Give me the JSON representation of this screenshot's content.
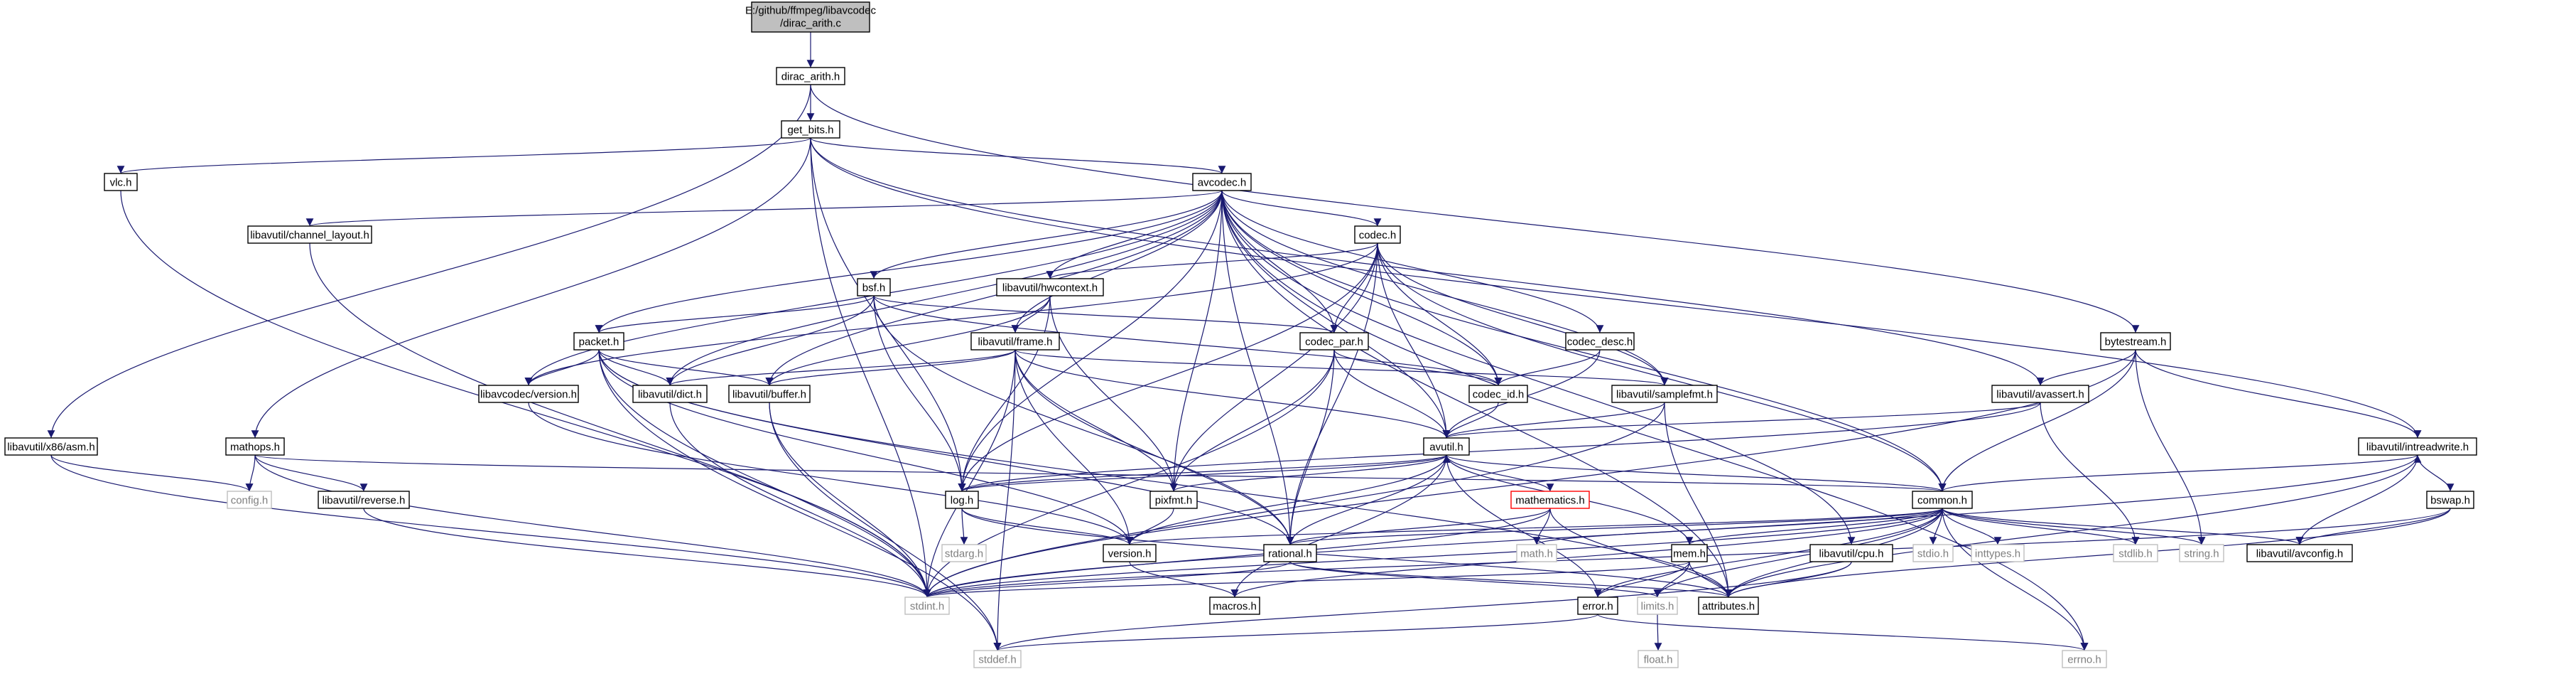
{
  "diagram": {
    "colors": {
      "root_fill": "#bfbfbf",
      "node_fill": "#ffffff",
      "node_border": "#000000",
      "missing_border": "#bfbfbf",
      "missing_text": "#7f7f7f",
      "highlight_border": "#ff0000",
      "edge": "#191970"
    },
    "nodes": {
      "root": {
        "label": "E:/github/ffmpeg/libavcodec/dirac_arith.c",
        "style": "root"
      },
      "dirac_arith_h": {
        "label": "dirac_arith.h",
        "style": "normal"
      },
      "get_bits_h": {
        "label": "get_bits.h",
        "style": "normal"
      },
      "vlc_h": {
        "label": "vlc.h",
        "style": "normal"
      },
      "avcodec_h": {
        "label": "avcodec.h",
        "style": "normal"
      },
      "channel_layout_h": {
        "label": "libavutil/channel_layout.h",
        "style": "normal"
      },
      "codec_h": {
        "label": "codec.h",
        "style": "normal"
      },
      "hwcontext_h": {
        "label": "libavutil/hwcontext.h",
        "style": "normal"
      },
      "bsf_h": {
        "label": "bsf.h",
        "style": "normal"
      },
      "packet_h": {
        "label": "packet.h",
        "style": "normal"
      },
      "frame_h": {
        "label": "libavutil/frame.h",
        "style": "normal"
      },
      "codec_par_h": {
        "label": "codec_par.h",
        "style": "normal"
      },
      "codec_desc_h": {
        "label": "codec_desc.h",
        "style": "normal"
      },
      "bytestream_h": {
        "label": "bytestream.h",
        "style": "normal"
      },
      "libavcodec_version_h": {
        "label": "libavcodec/version.h",
        "style": "normal"
      },
      "dict_h": {
        "label": "libavutil/dict.h",
        "style": "normal"
      },
      "buffer_h": {
        "label": "libavutil/buffer.h",
        "style": "normal"
      },
      "codec_id_h": {
        "label": "codec_id.h",
        "style": "normal"
      },
      "samplefmt_h": {
        "label": "libavutil/samplefmt.h",
        "style": "normal"
      },
      "avassert_h": {
        "label": "libavutil/avassert.h",
        "style": "normal"
      },
      "x86_asm_h": {
        "label": "libavutil/x86/asm.h",
        "style": "normal"
      },
      "mathops_h": {
        "label": "mathops.h",
        "style": "normal"
      },
      "avutil_h": {
        "label": "avutil.h",
        "style": "normal"
      },
      "intreadwrite_h": {
        "label": "libavutil/intreadwrite.h",
        "style": "normal"
      },
      "config_h": {
        "label": "config.h",
        "style": "missing"
      },
      "reverse_h": {
        "label": "libavutil/reverse.h",
        "style": "normal"
      },
      "log_h": {
        "label": "log.h",
        "style": "normal"
      },
      "pixfmt_h": {
        "label": "pixfmt.h",
        "style": "normal"
      },
      "mathematics_h": {
        "label": "mathematics.h",
        "style": "highlight"
      },
      "common_h": {
        "label": "common.h",
        "style": "normal"
      },
      "bswap_h": {
        "label": "bswap.h",
        "style": "normal"
      },
      "stdarg_h": {
        "label": "stdarg.h",
        "style": "missing"
      },
      "version_h": {
        "label": "version.h",
        "style": "normal"
      },
      "rational_h": {
        "label": "rational.h",
        "style": "normal"
      },
      "math_h": {
        "label": "math.h",
        "style": "missing"
      },
      "mem_h": {
        "label": "mem.h",
        "style": "normal"
      },
      "cpu_h": {
        "label": "libavutil/cpu.h",
        "style": "normal"
      },
      "stdio_h": {
        "label": "stdio.h",
        "style": "missing"
      },
      "inttypes_h": {
        "label": "inttypes.h",
        "style": "missing"
      },
      "stdlib_h": {
        "label": "stdlib.h",
        "style": "missing"
      },
      "string_h": {
        "label": "string.h",
        "style": "missing"
      },
      "avconfig_h": {
        "label": "libavutil/avconfig.h",
        "style": "normal"
      },
      "stdint_h": {
        "label": "stdint.h",
        "style": "missing"
      },
      "macros_h": {
        "label": "macros.h",
        "style": "normal"
      },
      "error_h": {
        "label": "error.h",
        "style": "normal"
      },
      "limits_h": {
        "label": "limits.h",
        "style": "missing"
      },
      "attributes_h": {
        "label": "attributes.h",
        "style": "normal"
      },
      "float_h": {
        "label": "float.h",
        "style": "missing"
      },
      "stddef_h": {
        "label": "stddef.h",
        "style": "missing"
      },
      "errno_h": {
        "label": "errno.h",
        "style": "missing"
      }
    },
    "edges": [
      [
        "root",
        "dirac_arith_h"
      ],
      [
        "dirac_arith_h",
        "get_bits_h"
      ],
      [
        "dirac_arith_h",
        "x86_asm_h"
      ],
      [
        "dirac_arith_h",
        "bytestream_h"
      ],
      [
        "get_bits_h",
        "vlc_h"
      ],
      [
        "get_bits_h",
        "avcodec_h"
      ],
      [
        "get_bits_h",
        "mathops_h"
      ],
      [
        "get_bits_h",
        "stdint_h"
      ],
      [
        "get_bits_h",
        "log_h"
      ],
      [
        "get_bits_h",
        "avassert_h"
      ],
      [
        "get_bits_h",
        "intreadwrite_h"
      ],
      [
        "vlc_h",
        "stdint_h"
      ],
      [
        "avcodec_h",
        "channel_layout_h"
      ],
      [
        "avcodec_h",
        "codec_h"
      ],
      [
        "avcodec_h",
        "hwcontext_h"
      ],
      [
        "avcodec_h",
        "bsf_h"
      ],
      [
        "avcodec_h",
        "packet_h"
      ],
      [
        "avcodec_h",
        "frame_h"
      ],
      [
        "avcodec_h",
        "codec_par_h"
      ],
      [
        "avcodec_h",
        "codec_desc_h"
      ],
      [
        "avcodec_h",
        "libavcodec_version_h"
      ],
      [
        "avcodec_h",
        "dict_h"
      ],
      [
        "avcodec_h",
        "buffer_h"
      ],
      [
        "avcodec_h",
        "codec_id_h"
      ],
      [
        "avcodec_h",
        "samplefmt_h"
      ],
      [
        "avcodec_h",
        "avutil_h"
      ],
      [
        "avcodec_h",
        "log_h"
      ],
      [
        "avcodec_h",
        "pixfmt_h"
      ],
      [
        "avcodec_h",
        "rational_h"
      ],
      [
        "avcodec_h",
        "attributes_h"
      ],
      [
        "avcodec_h",
        "common_h"
      ],
      [
        "avcodec_h",
        "cpu_h"
      ],
      [
        "avcodec_h",
        "errno_h"
      ],
      [
        "channel_layout_h",
        "stdint_h"
      ],
      [
        "codec_h",
        "hwcontext_h"
      ],
      [
        "codec_h",
        "codec_par_h"
      ],
      [
        "codec_h",
        "codec_id_h"
      ],
      [
        "codec_h",
        "samplefmt_h"
      ],
      [
        "codec_h",
        "avutil_h"
      ],
      [
        "codec_h",
        "log_h"
      ],
      [
        "codec_h",
        "pixfmt_h"
      ],
      [
        "codec_h",
        "rational_h"
      ],
      [
        "codec_h",
        "libavcodec_version_h"
      ],
      [
        "codec_h",
        "common_h"
      ],
      [
        "hwcontext_h",
        "buffer_h"
      ],
      [
        "hwcontext_h",
        "frame_h"
      ],
      [
        "hwcontext_h",
        "log_h"
      ],
      [
        "hwcontext_h",
        "pixfmt_h"
      ],
      [
        "bsf_h",
        "packet_h"
      ],
      [
        "bsf_h",
        "codec_par_h"
      ],
      [
        "bsf_h",
        "codec_id_h"
      ],
      [
        "bsf_h",
        "dict_h"
      ],
      [
        "bsf_h",
        "log_h"
      ],
      [
        "bsf_h",
        "rational_h"
      ],
      [
        "packet_h",
        "libavcodec_version_h"
      ],
      [
        "packet_h",
        "dict_h"
      ],
      [
        "packet_h",
        "buffer_h"
      ],
      [
        "packet_h",
        "stdint_h"
      ],
      [
        "packet_h",
        "stddef_h"
      ],
      [
        "packet_h",
        "attributes_h"
      ],
      [
        "packet_h",
        "rational_h"
      ],
      [
        "packet_h",
        "version_h"
      ],
      [
        "frame_h",
        "buffer_h"
      ],
      [
        "frame_h",
        "dict_h"
      ],
      [
        "frame_h",
        "avutil_h"
      ],
      [
        "frame_h",
        "rational_h"
      ],
      [
        "frame_h",
        "pixfmt_h"
      ],
      [
        "frame_h",
        "samplefmt_h"
      ],
      [
        "frame_h",
        "stdint_h"
      ],
      [
        "frame_h",
        "stddef_h"
      ],
      [
        "frame_h",
        "version_h"
      ],
      [
        "codec_par_h",
        "codec_id_h"
      ],
      [
        "codec_par_h",
        "avutil_h"
      ],
      [
        "codec_par_h",
        "pixfmt_h"
      ],
      [
        "codec_par_h",
        "rational_h"
      ],
      [
        "codec_par_h",
        "stdint_h"
      ],
      [
        "codec_desc_h",
        "codec_id_h"
      ],
      [
        "codec_desc_h",
        "avutil_h"
      ],
      [
        "codec_id_h",
        "avutil_h"
      ],
      [
        "samplefmt_h",
        "avutil_h"
      ],
      [
        "samplefmt_h",
        "attributes_h"
      ],
      [
        "samplefmt_h",
        "stdint_h"
      ],
      [
        "libavcodec_version_h",
        "version_h"
      ],
      [
        "dict_h",
        "stdint_h"
      ],
      [
        "buffer_h",
        "stdint_h"
      ],
      [
        "buffer_h",
        "stddef_h"
      ],
      [
        "bytestream_h",
        "avassert_h"
      ],
      [
        "bytestream_h",
        "common_h"
      ],
      [
        "bytestream_h",
        "intreadwrite_h"
      ],
      [
        "bytestream_h",
        "string_h"
      ],
      [
        "bytestream_h",
        "stdint_h"
      ],
      [
        "avassert_h",
        "stdlib_h"
      ],
      [
        "avassert_h",
        "avutil_h"
      ],
      [
        "avassert_h",
        "log_h"
      ],
      [
        "x86_asm_h",
        "stdint_h"
      ],
      [
        "x86_asm_h",
        "config_h"
      ],
      [
        "mathops_h",
        "config_h"
      ],
      [
        "mathops_h",
        "reverse_h"
      ],
      [
        "mathops_h",
        "common_h"
      ],
      [
        "mathops_h",
        "stdint_h"
      ],
      [
        "reverse_h",
        "stdint_h"
      ],
      [
        "intreadwrite_h",
        "bswap_h"
      ],
      [
        "intreadwrite_h",
        "avconfig_h"
      ],
      [
        "intreadwrite_h",
        "attributes_h"
      ],
      [
        "intreadwrite_h",
        "stdint_h"
      ],
      [
        "bswap_h",
        "avconfig_h"
      ],
      [
        "bswap_h",
        "attributes_h"
      ],
      [
        "bswap_h",
        "stdint_h"
      ],
      [
        "avutil_h",
        "common_h"
      ],
      [
        "avutil_h",
        "rational_h"
      ],
      [
        "avutil_h",
        "version_h"
      ],
      [
        "avutil_h",
        "macros_h"
      ],
      [
        "avutil_h",
        "mathematics_h"
      ],
      [
        "avutil_h",
        "log_h"
      ],
      [
        "avutil_h",
        "pixfmt_h"
      ],
      [
        "avutil_h",
        "error_h"
      ],
      [
        "log_h",
        "stdarg_h"
      ],
      [
        "log_h",
        "attributes_h"
      ],
      [
        "log_h",
        "version_h"
      ],
      [
        "log_h",
        "avutil_h"
      ],
      [
        "pixfmt_h",
        "version_h"
      ],
      [
        "mathematics_h",
        "stdint_h"
      ],
      [
        "mathematics_h",
        "math_h"
      ],
      [
        "mathematics_h",
        "attributes_h"
      ],
      [
        "mathematics_h",
        "rational_h"
      ],
      [
        "mathematics_h",
        "intfloat_placeholder"
      ],
      [
        "common_h",
        "errno_h"
      ],
      [
        "common_h",
        "inttypes_h"
      ],
      [
        "common_h",
        "limits_h"
      ],
      [
        "common_h",
        "math_h"
      ],
      [
        "common_h",
        "stdint_h"
      ],
      [
        "common_h",
        "stdio_h"
      ],
      [
        "common_h",
        "stdlib_h"
      ],
      [
        "common_h",
        "string_h"
      ],
      [
        "common_h",
        "attributes_h"
      ],
      [
        "common_h",
        "macros_h"
      ],
      [
        "common_h",
        "version_h"
      ],
      [
        "common_h",
        "avconfig_h"
      ],
      [
        "common_h",
        "mem_h"
      ],
      [
        "common_h",
        "error_h"
      ],
      [
        "common_h",
        "rational_h"
      ],
      [
        "common_h",
        "intreadwrite_h"
      ],
      [
        "version_h",
        "macros_h"
      ],
      [
        "rational_h",
        "stdint_h"
      ],
      [
        "rational_h",
        "limits_h"
      ],
      [
        "rational_h",
        "attributes_h"
      ],
      [
        "mem_h",
        "limits_h"
      ],
      [
        "mem_h",
        "stdint_h"
      ],
      [
        "mem_h",
        "attributes_h"
      ],
      [
        "mem_h",
        "error_h"
      ],
      [
        "mem_h",
        "avutil_h"
      ],
      [
        "cpu_h",
        "stddef_h"
      ],
      [
        "cpu_h",
        "attributes_h"
      ],
      [
        "error_h",
        "errno_h"
      ],
      [
        "error_h",
        "stddef_h"
      ],
      [
        "limits_h",
        "float_h"
      ]
    ]
  }
}
